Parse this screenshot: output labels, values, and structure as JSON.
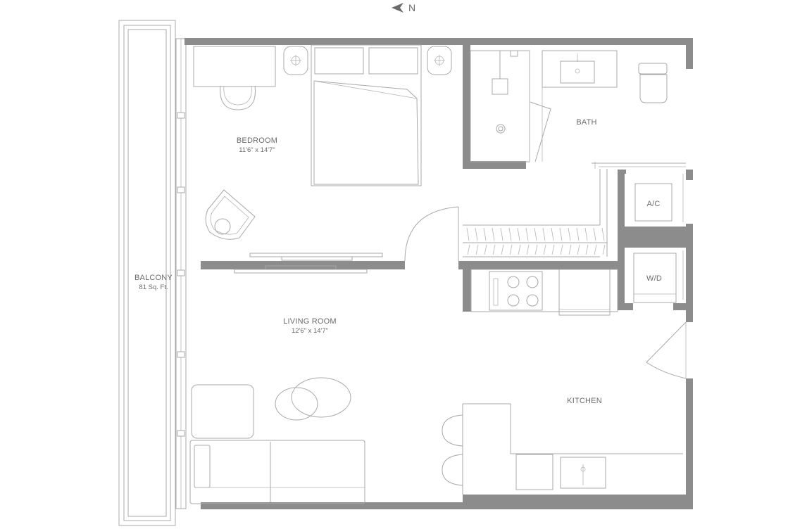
{
  "compass": {
    "label": "N",
    "icon": "north-arrow-icon"
  },
  "rooms": {
    "bedroom": {
      "name": "BEDROOM",
      "dims": "11'6\" x 14'7\""
    },
    "bath": {
      "name": "BATH"
    },
    "ac": {
      "name": "A/C"
    },
    "wd": {
      "name": "W/D"
    },
    "living": {
      "name": "LIVING ROOM",
      "dims": "12'6\" x 14'7\""
    },
    "kitchen": {
      "name": "KITCHEN"
    },
    "balcony": {
      "name": "BALCONY",
      "area": "81 Sq. Ft."
    }
  },
  "colors": {
    "wall": "#8c8c8c",
    "line": "#a8a8a8",
    "text": "#6b6b6b"
  }
}
